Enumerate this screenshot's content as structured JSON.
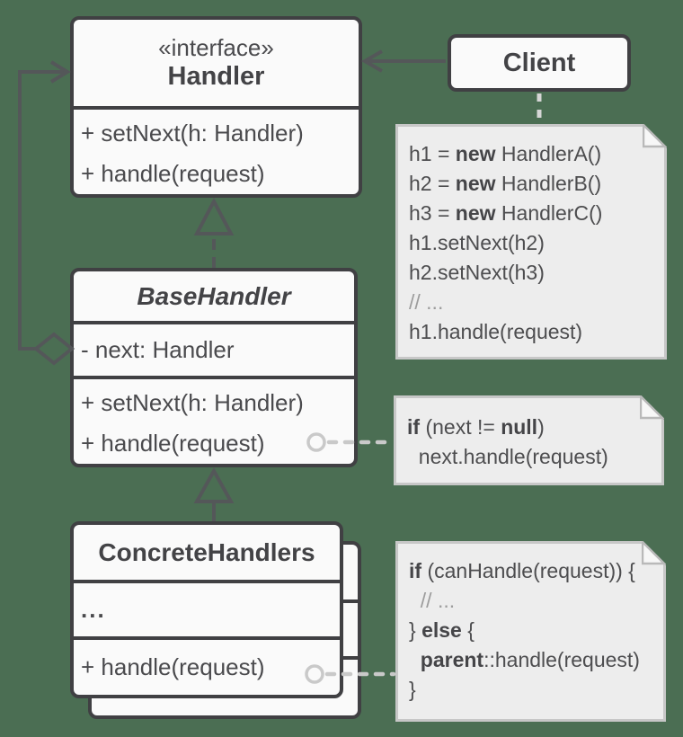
{
  "colors": {
    "background": "#4B6E53",
    "box_fill": "#FAFAFA",
    "box_border": "#404043",
    "note_fill": "#EDEDED",
    "note_border": "#C7C7C7",
    "line": "#55565A",
    "light_dash": "#D6D6D6",
    "note_connector": "#C9C9C9",
    "text": "#4A4A4D",
    "muted_text": "#9C9C9C"
  },
  "classes": {
    "handler": {
      "stereotype": "«interface»",
      "name": "Handler",
      "methods": [
        "+ setNext(h: Handler)",
        "+ handle(request)"
      ]
    },
    "client": {
      "name": "Client"
    },
    "base_handler": {
      "name": "BaseHandler",
      "attributes": [
        "- next: Handler"
      ],
      "methods": [
        "+ setNext(h: Handler)",
        "+ handle(request)"
      ]
    },
    "concrete_handlers": {
      "name": "ConcreteHandlers",
      "attributes": [
        "..."
      ],
      "methods": [
        "+ handle(request)"
      ]
    }
  },
  "notes": {
    "client_code": {
      "lines": [
        [
          {
            "t": "h1 = "
          },
          {
            "t": "new",
            "b": 1
          },
          {
            "t": " HandlerA()"
          }
        ],
        [
          {
            "t": "h2 = "
          },
          {
            "t": "new",
            "b": 1
          },
          {
            "t": " HandlerB()"
          }
        ],
        [
          {
            "t": "h3 = "
          },
          {
            "t": "new",
            "b": 1
          },
          {
            "t": " HandlerC()"
          }
        ],
        [
          {
            "t": "h1.setNext(h2)"
          }
        ],
        [
          {
            "t": "h2.setNext(h3)"
          }
        ],
        [
          {
            "t": "// ...",
            "m": 1
          }
        ],
        [
          {
            "t": "h1.handle(request)"
          }
        ]
      ]
    },
    "base_handler_code": {
      "lines": [
        [
          {
            "t": "if",
            "b": 1
          },
          {
            "t": " (next != "
          },
          {
            "t": "null",
            "b": 1
          },
          {
            "t": ")"
          }
        ],
        [
          {
            "t": "  next.handle(request)"
          }
        ]
      ]
    },
    "concrete_handler_code": {
      "lines": [
        [
          {
            "t": "if",
            "b": 1
          },
          {
            "t": " (canHandle(request)) {"
          }
        ],
        [
          {
            "t": "  "
          },
          {
            "t": "// ...",
            "m": 1
          }
        ],
        [
          {
            "t": "} "
          },
          {
            "t": "else",
            "b": 1
          },
          {
            "t": " {"
          }
        ],
        [
          {
            "t": "  "
          },
          {
            "t": "parent",
            "b": 1
          },
          {
            "t": "::handle(request)"
          }
        ],
        [
          {
            "t": "}"
          }
        ]
      ]
    }
  },
  "relationships": [
    {
      "from": "Client",
      "to": "Handler",
      "type": "association"
    },
    {
      "from": "BaseHandler",
      "to": "Handler",
      "type": "implements"
    },
    {
      "from": "ConcreteHandlers",
      "to": "BaseHandler",
      "type": "extends"
    },
    {
      "from": "BaseHandler",
      "to": "Handler",
      "type": "aggregation"
    }
  ]
}
